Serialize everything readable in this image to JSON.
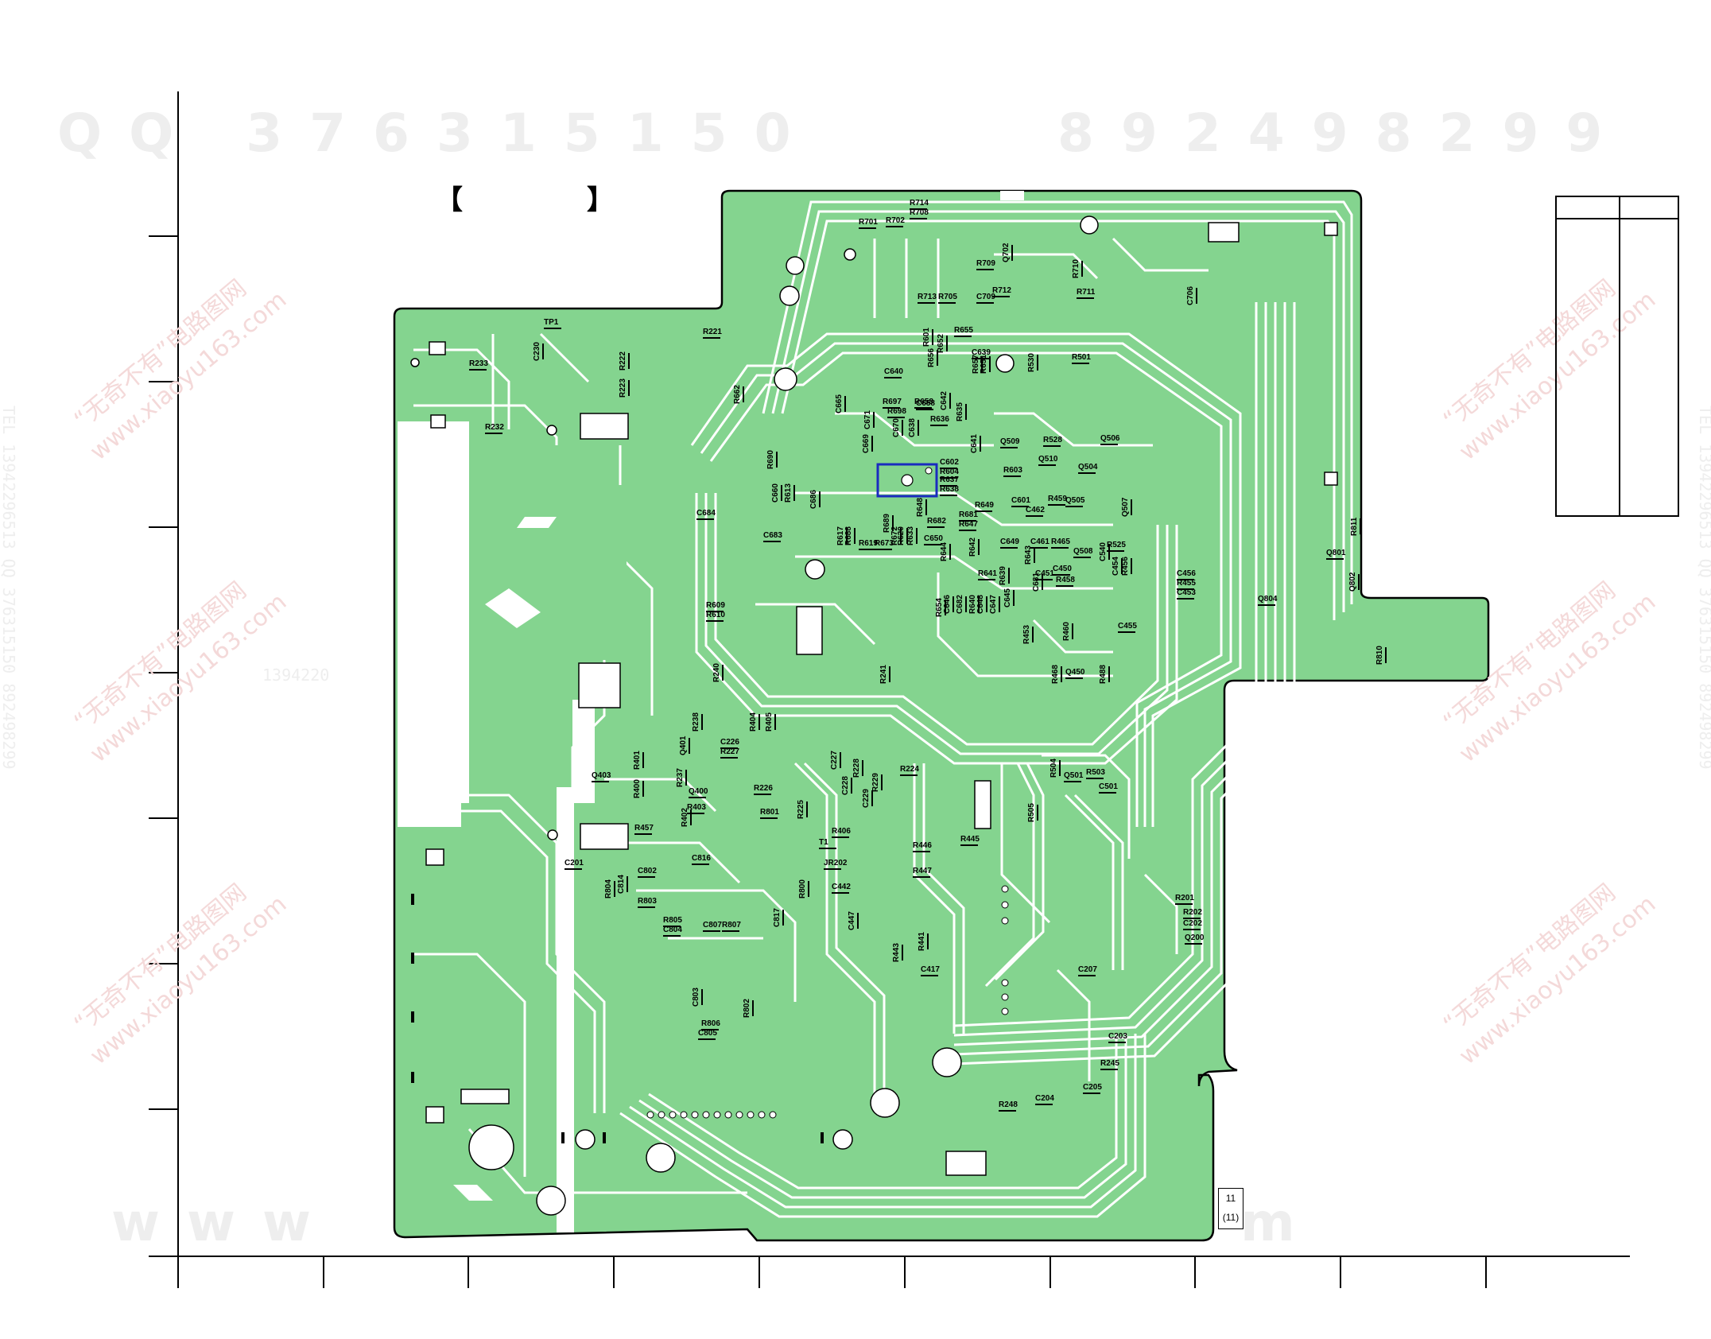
{
  "watermarks": {
    "qq_top": "QQ 376315150",
    "phone_top": "892498299",
    "web_bottom": "www",
    "web_bottom_end": "m",
    "cn_site": "“无奇不有”电路图网",
    "cn_url": "www.xiaoyu163.com",
    "mid_digits": "1394220",
    "side_text": "TEL 13942296513  QQ 376315150  892498299"
  },
  "page_box": {
    "line1": "11",
    "line2": "(11)"
  },
  "side_table": {
    "col1": "",
    "col2": ""
  },
  "colors": {
    "board": "#84d48f",
    "trace": "#ffffff",
    "outline": "#000000",
    "highlight": "#1a2bbf"
  },
  "components": [
    "R714",
    "R708",
    "R701",
    "R702",
    "R709",
    "Q702",
    "R710",
    "R711",
    "C706",
    "R713",
    "R705",
    "C709",
    "R712",
    "TP1",
    "C230",
    "R233",
    "R232",
    "R221",
    "R222",
    "R223",
    "R601",
    "R655",
    "R652",
    "C639",
    "R656",
    "R657",
    "R651",
    "R530",
    "R501",
    "C640",
    "R662",
    "C665",
    "R697",
    "R698",
    "C671",
    "C658",
    "R658",
    "C642",
    "R636",
    "R635",
    "C670",
    "C638",
    "C669",
    "R690",
    "C641",
    "Q509",
    "R528",
    "Q506",
    "Q510",
    "Q504",
    "R603",
    "C602",
    "R604",
    "R637",
    "R638",
    "R459",
    "Q505",
    "C660",
    "R613",
    "C686",
    "C684",
    "R649",
    "C601",
    "C462",
    "Q507",
    "R681",
    "R647",
    "R682",
    "R648",
    "R689",
    "R617",
    "R688",
    "R619",
    "R673",
    "R672",
    "R620",
    "R633",
    "C650",
    "C649",
    "C461",
    "R465",
    "R525",
    "C683",
    "Q508",
    "C540",
    "C450",
    "R644",
    "R642",
    "R641",
    "R643",
    "C451",
    "C681",
    "R458",
    "C454",
    "R456",
    "C456",
    "R455",
    "C453",
    "R609",
    "R610",
    "R654",
    "C646",
    "C682",
    "R640",
    "C648",
    "C647",
    "C645",
    "R639",
    "R453",
    "R460",
    "C455",
    "R468",
    "Q450",
    "R488",
    "R240",
    "R241",
    "R238",
    "R404",
    "R405",
    "C226",
    "R227",
    "R401",
    "Q401",
    "R237",
    "Q400",
    "R400",
    "Q403",
    "R226",
    "R225",
    "R403",
    "R402",
    "R457",
    "C227",
    "R228",
    "C228",
    "C229",
    "R229",
    "R224",
    "R504",
    "Q501",
    "R503",
    "C501",
    "R505",
    "R801",
    "R406",
    "T1",
    "R446",
    "R445",
    "JR202",
    "R447",
    "C442",
    "C816",
    "C201",
    "C802",
    "R804",
    "C814",
    "R803",
    "R800",
    "R805",
    "C804",
    "C807",
    "R807",
    "C817",
    "C447",
    "R443",
    "R441",
    "C417",
    "C207",
    "R201",
    "R202",
    "C202",
    "Q200",
    "C203",
    "R245",
    "C205",
    "C204",
    "R248",
    "C803",
    "R806",
    "C805",
    "R802",
    "R811",
    "Q801",
    "Q802",
    "Q804",
    "R810"
  ]
}
